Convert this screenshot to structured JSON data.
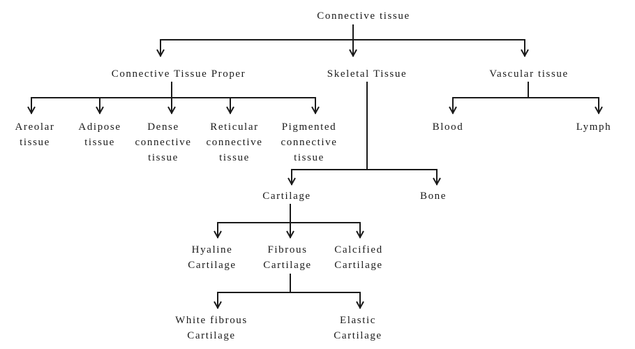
{
  "diagram": {
    "line_color": "#1a1a1a",
    "nodes": {
      "connective_tissue": [
        "Connective tissue"
      ],
      "connective_tissue_proper": [
        "Connective Tissue Proper"
      ],
      "skeletal_tissue": [
        "Skeletal Tissue"
      ],
      "vascular_tissue": [
        "Vascular tissue"
      ],
      "areolar": [
        "Areolar",
        "tissue"
      ],
      "adipose": [
        "Adipose",
        "tissue"
      ],
      "dense": [
        "Dense",
        "connective",
        "tissue"
      ],
      "reticular": [
        "Reticular",
        "connective",
        "tissue"
      ],
      "pigmented": [
        "Pigmented",
        "connective",
        "tissue"
      ],
      "blood": [
        "Blood"
      ],
      "lymph": [
        "Lymph"
      ],
      "cartilage": [
        "Cartilage"
      ],
      "bone": [
        "Bone"
      ],
      "hyaline": [
        "Hyaline",
        "Cartilage"
      ],
      "fibrous": [
        "Fibrous",
        "Cartilage"
      ],
      "calcified": [
        "Calcified",
        "Cartilage"
      ],
      "white_fibrous": [
        "White fibrous",
        "Cartilage"
      ],
      "elastic": [
        "Elastic",
        "Cartilage"
      ]
    },
    "edges": [
      [
        "connective_tissue",
        "connective_tissue_proper"
      ],
      [
        "connective_tissue",
        "skeletal_tissue"
      ],
      [
        "connective_tissue",
        "vascular_tissue"
      ],
      [
        "connective_tissue_proper",
        "areolar"
      ],
      [
        "connective_tissue_proper",
        "adipose"
      ],
      [
        "connective_tissue_proper",
        "dense"
      ],
      [
        "connective_tissue_proper",
        "reticular"
      ],
      [
        "connective_tissue_proper",
        "pigmented"
      ],
      [
        "vascular_tissue",
        "blood"
      ],
      [
        "vascular_tissue",
        "lymph"
      ],
      [
        "skeletal_tissue",
        "cartilage"
      ],
      [
        "skeletal_tissue",
        "bone"
      ],
      [
        "cartilage",
        "hyaline"
      ],
      [
        "cartilage",
        "fibrous"
      ],
      [
        "cartilage",
        "calcified"
      ],
      [
        "fibrous",
        "white_fibrous"
      ],
      [
        "fibrous",
        "elastic"
      ]
    ]
  }
}
